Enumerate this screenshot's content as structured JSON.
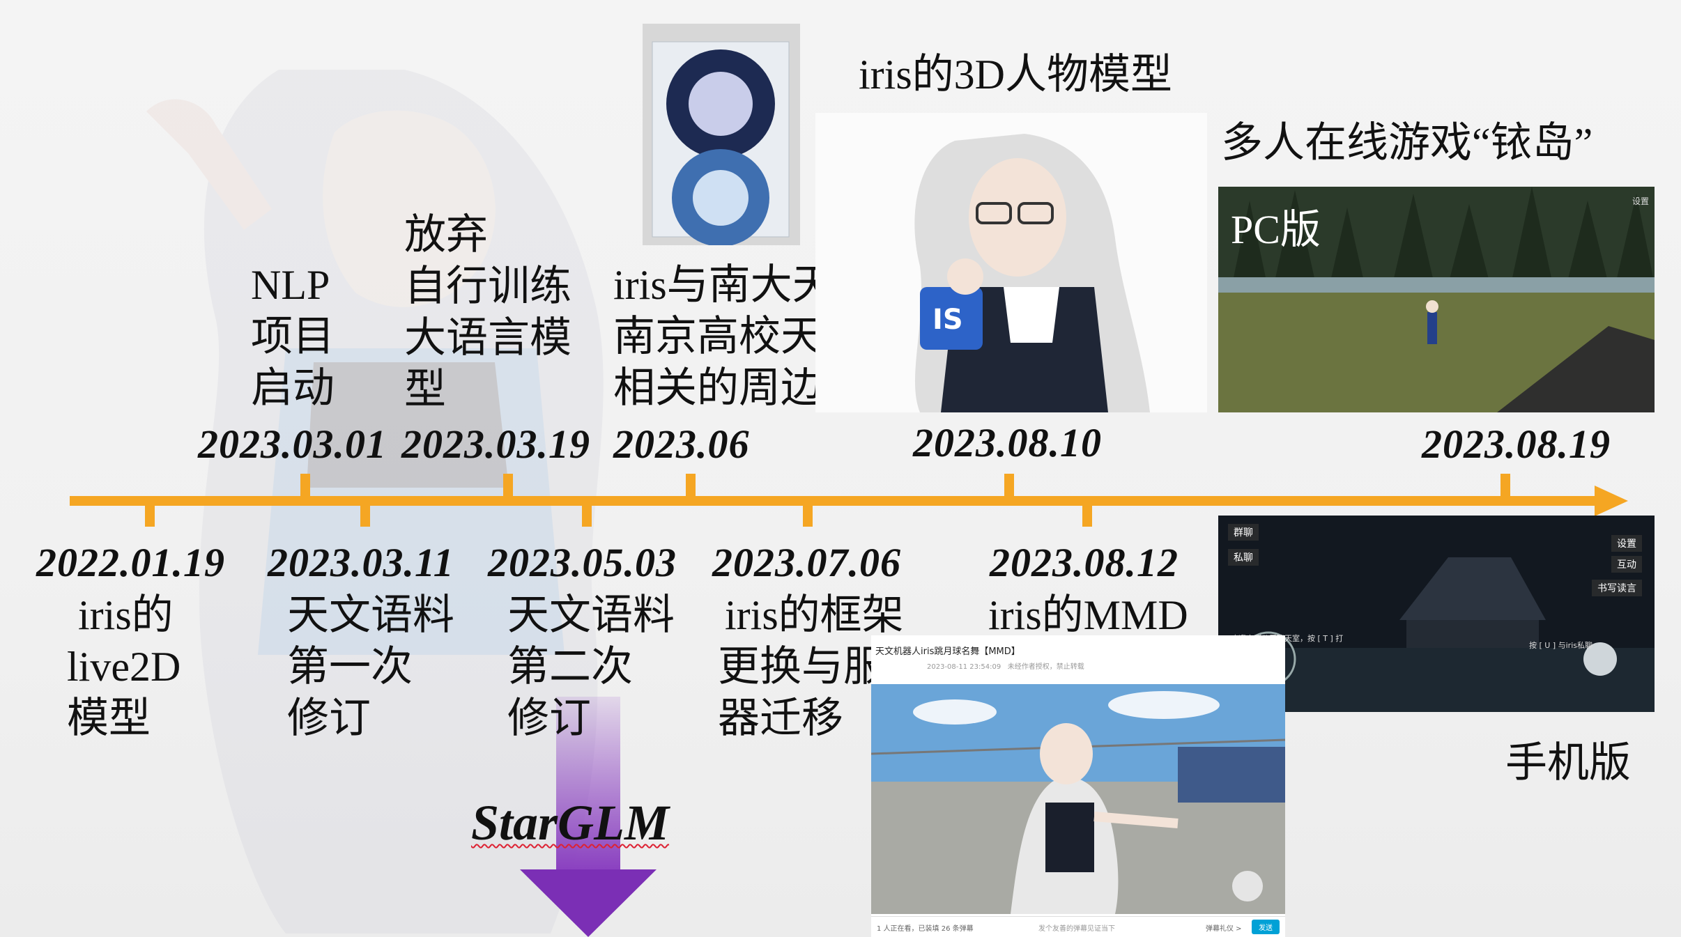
{
  "colors": {
    "timeline": "#f5a623",
    "starglm_arrow": "#7b2fb5"
  },
  "events_above": [
    {
      "date": "2023.03.01",
      "label": [
        "NLP",
        "项目",
        "启动"
      ]
    },
    {
      "date": "2023.03.19",
      "label": [
        "放弃",
        "自行训练",
        "大语言模",
        "型"
      ]
    },
    {
      "date": "2023.06",
      "label": [
        "iris与南大天协/",
        "南京高校天文联合会",
        "相关的周边"
      ]
    },
    {
      "date": "2023.08.10",
      "label": [
        "iris的3D人物模型"
      ]
    },
    {
      "date": "2023.08.19",
      "label": [
        "多人在线游戏“铱岛”"
      ]
    }
  ],
  "events_below": [
    {
      "date": "2022.01.19",
      "label": [
        "iris的",
        "live2D",
        "模型"
      ]
    },
    {
      "date": "2023.03.11",
      "label": [
        "天文语料",
        "第一次",
        "修订"
      ]
    },
    {
      "date": "2023.05.03",
      "label": [
        "天文语料",
        "第二次",
        "修订"
      ]
    },
    {
      "date": "2023.07.06",
      "label": [
        "iris的框架",
        "更换与服务",
        "器迁移"
      ]
    },
    {
      "date": "2023.08.12",
      "label": [
        "iris的MMD"
      ]
    }
  ],
  "pc_version_label": "PC版",
  "mobile_version_label": "手机版",
  "starglm_label": "StarGLM",
  "mmd_screenshot": {
    "title": "天文机器人iris跳月球名舞【MMD】",
    "meta": "2023-08-11 23:54:09",
    "notice": "未经作者授权，禁止转载",
    "danmaku_status": "1 人正在看，已装填 26 条弹幕",
    "danmaku_placeholder": "发个友善的弹幕见证当下",
    "danmaku_etiquette": "弹幕礼仪 >",
    "send_button": "发送"
  },
  "mobile_screenshot": {
    "btn_group_chat": "群聊",
    "btn_private_chat": "私聊",
    "btn_settings": "设置",
    "btn_interact": "互动",
    "btn_write_letter": "书写读言",
    "welcome_text": "欢迎来到公屏聊天室，按 [ T ] 打字",
    "hint_text": "按 [ U ] 与iris私聊"
  },
  "pc_screenshot": {
    "settings_text": "设置"
  }
}
